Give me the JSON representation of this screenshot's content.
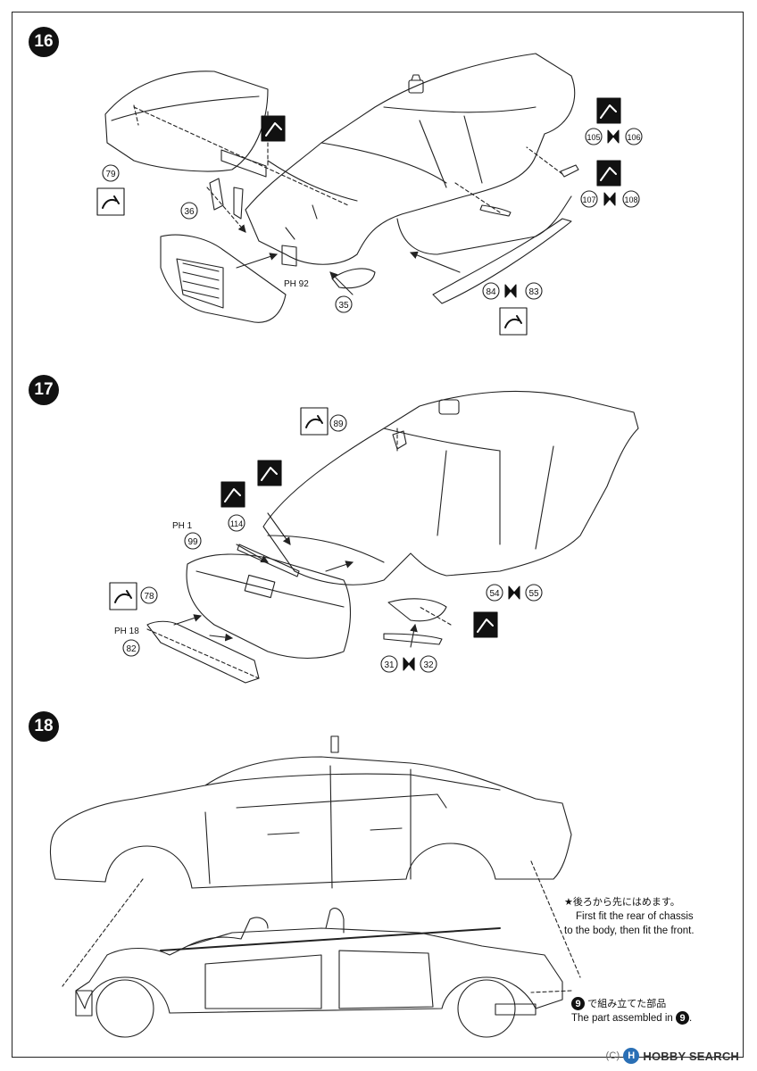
{
  "steps": [
    {
      "number": "16"
    },
    {
      "number": "17"
    },
    {
      "number": "18"
    }
  ],
  "parts": {
    "p79": "79",
    "p36": "36",
    "p35": "35",
    "p84": "84",
    "p83": "83",
    "p105": "105",
    "p106": "106",
    "p107": "107",
    "p108": "108",
    "p89": "89",
    "p99": "99",
    "p114": "114",
    "p78": "78",
    "p82": "82",
    "p54": "54",
    "p55": "55",
    "p31": "31",
    "p32": "32",
    "ph92": "PH 92",
    "ph1": "PH 1",
    "ph18": "PH 18"
  },
  "notes": {
    "fit_order_jp": "★後ろから先にはめます。",
    "fit_order_en_1": "First fit the rear of chassis",
    "fit_order_en_2": "to the body, then fit the front.",
    "step_ref": "9",
    "assembled_jp": "で組み立てた部品",
    "assembled_en": "The part assembled in",
    "period": "."
  },
  "watermark": {
    "copyright": "(C)",
    "text": "HOBBY SEARCH"
  }
}
